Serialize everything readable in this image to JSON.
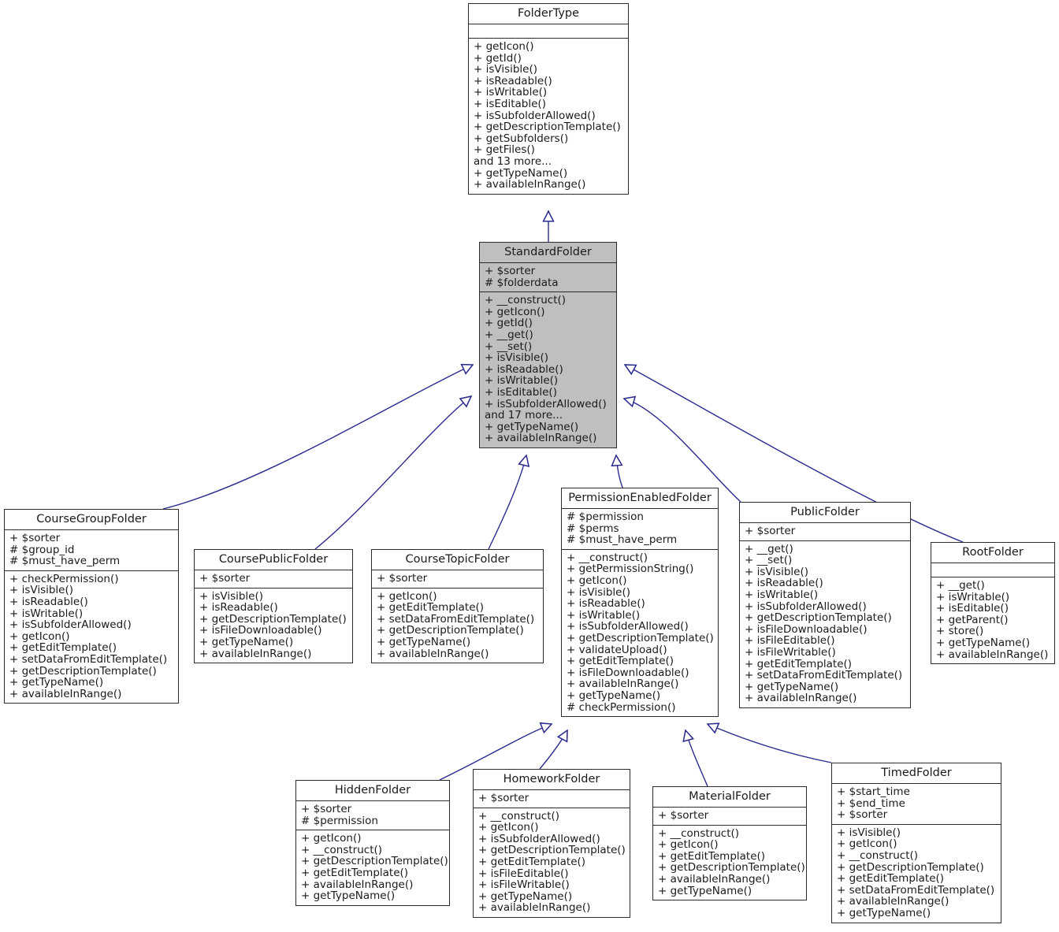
{
  "diagram": {
    "kind": "uml-class-inheritance-diagram",
    "colors": {
      "edge": "#2b2b8f",
      "border": "#2b2b2b",
      "text": "#1a1a1a",
      "highlight_fill": "#bfbfbf",
      "background": "#ffffff"
    }
  },
  "classes": {
    "folder_type": {
      "name": "FolderType",
      "attributes": [],
      "methods": [
        "+ getIcon()",
        "+ getId()",
        "+ isVisible()",
        "+ isReadable()",
        "+ isWritable()",
        "+ isEditable()",
        "+ isSubfolderAllowed()",
        "+ getDescriptionTemplate()",
        "+ getSubfolders()",
        "+ getFiles()",
        "and 13 more...",
        "+ getTypeName()",
        "+ availableInRange()"
      ]
    },
    "standard_folder": {
      "name": "StandardFolder",
      "attributes": [
        "+ $sorter",
        "# $folderdata"
      ],
      "methods": [
        "+ __construct()",
        "+ getIcon()",
        "+ getId()",
        "+ __get()",
        "+ __set()",
        "+ isVisible()",
        "+ isReadable()",
        "+ isWritable()",
        "+ isEditable()",
        "+ isSubfolderAllowed()",
        "and 17 more...",
        "+ getTypeName()",
        "+ availableInRange()"
      ]
    },
    "course_group_folder": {
      "name": "CourseGroupFolder",
      "attributes": [
        "+ $sorter",
        "# $group_id",
        "# $must_have_perm"
      ],
      "methods": [
        "+ checkPermission()",
        "+ isVisible()",
        "+ isReadable()",
        "+ isWritable()",
        "+ isSubfolderAllowed()",
        "+ getIcon()",
        "+ getEditTemplate()",
        "+ setDataFromEditTemplate()",
        "+ getDescriptionTemplate()",
        "+ getTypeName()",
        "+ availableInRange()"
      ]
    },
    "course_public_folder": {
      "name": "CoursePublicFolder",
      "attributes": [
        "+ $sorter"
      ],
      "methods": [
        "+ isVisible()",
        "+ isReadable()",
        "+ getDescriptionTemplate()",
        "+ isFileDownloadable()",
        "+ getTypeName()",
        "+ availableInRange()"
      ]
    },
    "course_topic_folder": {
      "name": "CourseTopicFolder",
      "attributes": [
        "+ $sorter"
      ],
      "methods": [
        "+ getIcon()",
        "+ getEditTemplate()",
        "+ setDataFromEditTemplate()",
        "+ getDescriptionTemplate()",
        "+ getTypeName()",
        "+ availableInRange()"
      ]
    },
    "permission_enabled_folder": {
      "name": "PermissionEnabledFolder",
      "attributes": [
        "# $permission",
        "# $perms",
        "# $must_have_perm"
      ],
      "methods": [
        "+ __construct()",
        "+ getPermissionString()",
        "+ getIcon()",
        "+ isVisible()",
        "+ isReadable()",
        "+ isWritable()",
        "+ isSubfolderAllowed()",
        "+ getDescriptionTemplate()",
        "+ validateUpload()",
        "+ getEditTemplate()",
        "+ isFileDownloadable()",
        "+ availableInRange()",
        "+ getTypeName()",
        "# checkPermission()"
      ]
    },
    "public_folder": {
      "name": "PublicFolder",
      "attributes": [
        "+ $sorter"
      ],
      "methods": [
        "+ __get()",
        "+ __set()",
        "+ isVisible()",
        "+ isReadable()",
        "+ isWritable()",
        "+ isSubfolderAllowed()",
        "+ getDescriptionTemplate()",
        "+ isFileDownloadable()",
        "+ isFileEditable()",
        "+ isFileWritable()",
        "+ getEditTemplate()",
        "+ setDataFromEditTemplate()",
        "+ getTypeName()",
        "+ availableInRange()"
      ]
    },
    "root_folder": {
      "name": "RootFolder",
      "attributes": [],
      "methods": [
        "+ __get()",
        "+ isWritable()",
        "+ isEditable()",
        "+ getParent()",
        "+ store()",
        "+ getTypeName()",
        "+ availableInRange()"
      ]
    },
    "hidden_folder": {
      "name": "HiddenFolder",
      "attributes": [
        "+ $sorter",
        "# $permission"
      ],
      "methods": [
        "+ getIcon()",
        "+ __construct()",
        "+ getDescriptionTemplate()",
        "+ getEditTemplate()",
        "+ availableInRange()",
        "+ getTypeName()"
      ]
    },
    "homework_folder": {
      "name": "HomeworkFolder",
      "attributes": [
        "+ $sorter"
      ],
      "methods": [
        "+ __construct()",
        "+ getIcon()",
        "+ isSubfolderAllowed()",
        "+ getDescriptionTemplate()",
        "+ getEditTemplate()",
        "+ isFileEditable()",
        "+ isFileWritable()",
        "+ getTypeName()",
        "+ availableInRange()"
      ]
    },
    "material_folder": {
      "name": "MaterialFolder",
      "attributes": [
        "+ $sorter"
      ],
      "methods": [
        "+ __construct()",
        "+ getIcon()",
        "+ getEditTemplate()",
        "+ getDescriptionTemplate()",
        "+ availableInRange()",
        "+ getTypeName()"
      ]
    },
    "timed_folder": {
      "name": "TimedFolder",
      "attributes": [
        "+ $start_time",
        "+ $end_time",
        "+ $sorter"
      ],
      "methods": [
        "+ isVisible()",
        "+ getIcon()",
        "+ __construct()",
        "+ getDescriptionTemplate()",
        "+ getEditTemplate()",
        "+ setDataFromEditTemplate()",
        "+ availableInRange()",
        "+ getTypeName()"
      ]
    }
  },
  "inheritance_edges": [
    {
      "from": "standard_folder",
      "to": "folder_type"
    },
    {
      "from": "course_group_folder",
      "to": "standard_folder"
    },
    {
      "from": "course_public_folder",
      "to": "standard_folder"
    },
    {
      "from": "course_topic_folder",
      "to": "standard_folder"
    },
    {
      "from": "permission_enabled_folder",
      "to": "standard_folder"
    },
    {
      "from": "public_folder",
      "to": "standard_folder"
    },
    {
      "from": "root_folder",
      "to": "standard_folder"
    },
    {
      "from": "hidden_folder",
      "to": "permission_enabled_folder"
    },
    {
      "from": "homework_folder",
      "to": "permission_enabled_folder"
    },
    {
      "from": "material_folder",
      "to": "permission_enabled_folder"
    },
    {
      "from": "timed_folder",
      "to": "permission_enabled_folder"
    }
  ]
}
